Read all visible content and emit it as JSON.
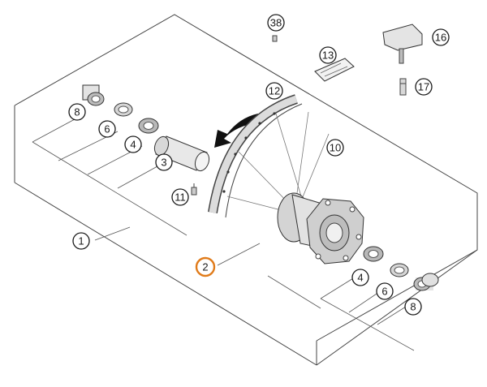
{
  "callouts": [
    {
      "id": "1",
      "label": "1"
    },
    {
      "id": "2",
      "label": "2",
      "highlight_color": "#e07b1a"
    },
    {
      "id": "3",
      "label": "3"
    },
    {
      "id": "4a",
      "label": "4"
    },
    {
      "id": "4b",
      "label": "4"
    },
    {
      "id": "6a",
      "label": "6"
    },
    {
      "id": "6b",
      "label": "6"
    },
    {
      "id": "8a",
      "label": "8"
    },
    {
      "id": "8b",
      "label": "8"
    },
    {
      "id": "10",
      "label": "10"
    },
    {
      "id": "11",
      "label": "11"
    },
    {
      "id": "12",
      "label": "12"
    },
    {
      "id": "13",
      "label": "13"
    },
    {
      "id": "16",
      "label": "16"
    },
    {
      "id": "17",
      "label": "17"
    },
    {
      "id": "38",
      "label": "38"
    }
  ]
}
